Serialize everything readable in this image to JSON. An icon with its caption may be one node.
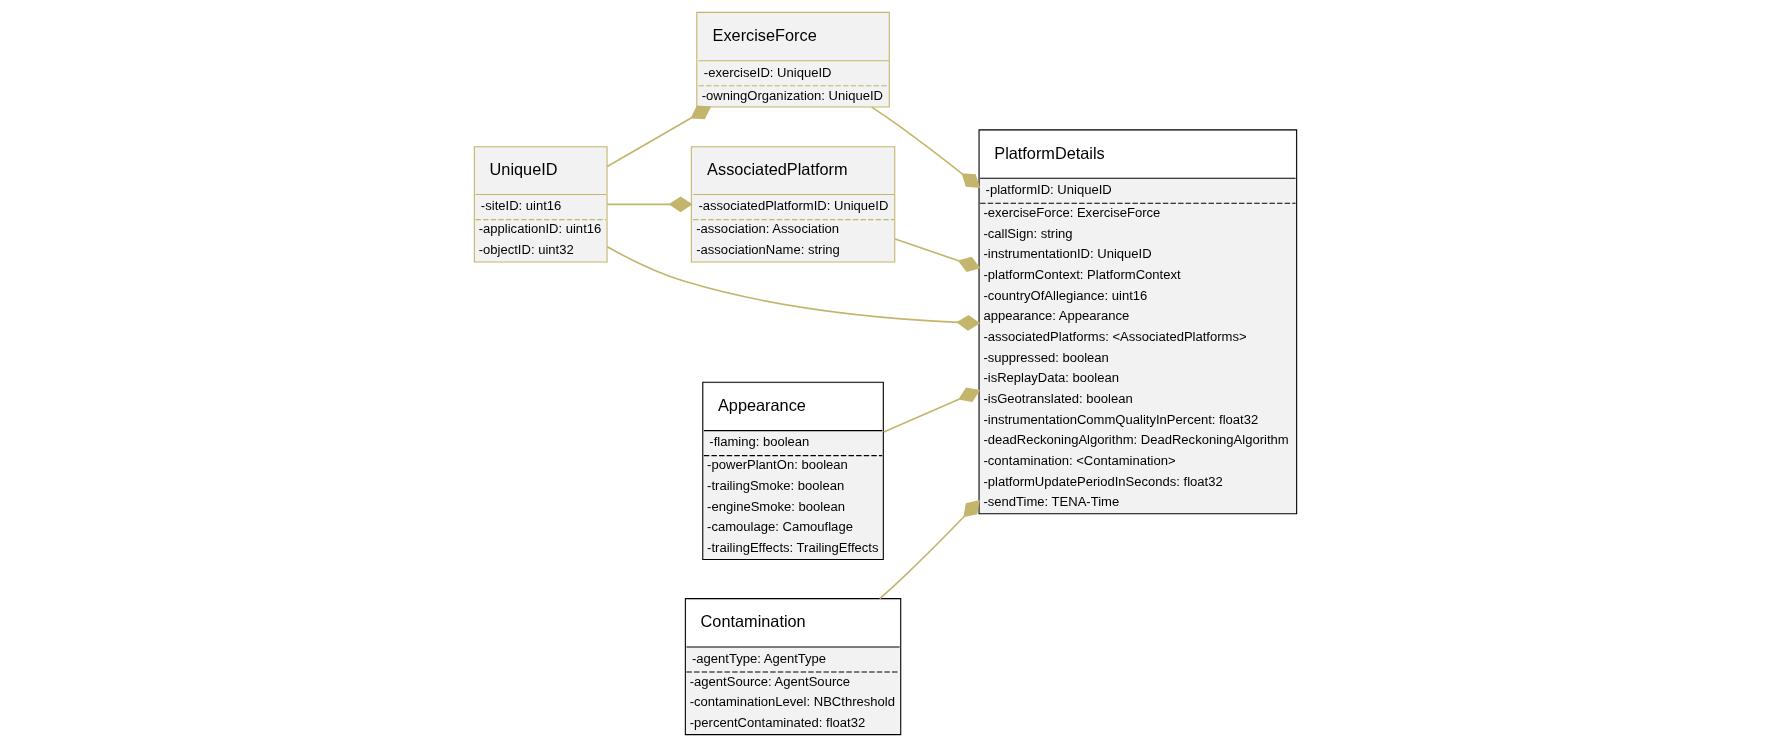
{
  "diagram": {
    "nodes": [
      {
        "text": [
          "ExerciseForce",
          "-exerciseID: UniqueID",
          "-owningOrganization: UniqueID"
        ]
      },
      {
        "text": [
          "UniqueID",
          "-siteID: uint16",
          "-applicationID: uint16",
          "-objectID: uint32"
        ]
      },
      {
        "text": [
          "AssociatedPlatform",
          "-associatedPlatformID: UniqueID",
          "-association: Association",
          "-associationName: string"
        ]
      },
      {
        "text": [
          "PlatformDetails",
          "-platformID: UniqueID",
          "-exerciseForce: ExerciseForce",
          "-callSign: string",
          "-instrumentationID: UniqueID",
          "-platformContext: PlatformContext",
          "-countryOfAllegiance: uint16",
          "appearance: Appearance",
          "-associatedPlatforms: <AssociatedPlatforms>",
          "-suppressed: boolean",
          "-isReplayData: boolean",
          "-isGeotranslated: boolean",
          "-instrumentationCommQualityInPercent: float32",
          "-deadReckoningAlgorithm: DeadReckoningAlgorithm",
          "-contamination: <Contamination>",
          "-platformUpdatePeriodInSeconds: float32",
          "-sendTime: TENA-Time"
        ]
      },
      {
        "text": [
          "Appearance",
          "-flaming: boolean",
          "-powerPlantOn: boolean",
          "-trailingSmoke: boolean",
          "-engineSmoke: boolean",
          "-camoulage: Camouflage",
          "-trailingEffects: TrailingEffects"
        ]
      },
      {
        "text": [
          "Contamination",
          "-agentType: AgentType",
          "-agentSource: AgentSource",
          "-contaminationLevel: NBCthreshold",
          "-percentContaminated: float32"
        ]
      }
    ],
    "edges": [
      {
        "from": 1,
        "to": 0,
        "arrow": "other"
      },
      {
        "from": 1,
        "to": 2,
        "arrow": "other"
      },
      {
        "from": 0,
        "to": 3,
        "arrow": "other"
      },
      {
        "from": 1,
        "to": 3,
        "arrow": "other"
      },
      {
        "from": 2,
        "to": 3,
        "arrow": "other"
      },
      {
        "from": 4,
        "to": 3,
        "arrow": "other"
      },
      {
        "from": 5,
        "to": 3,
        "arrow": "other"
      }
    ]
  }
}
